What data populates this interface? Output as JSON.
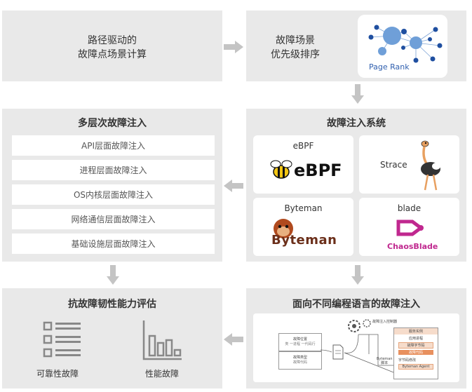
{
  "panels": {
    "path": {
      "line1": "路径驱动的",
      "line2": "故障点场景计算"
    },
    "priority": {
      "line1": "故障场景",
      "line2": "优先级排序",
      "pagerank_label": "Page Rank"
    },
    "injection_system": {
      "title": "故障注入系统",
      "tools": [
        {
          "name": "eBPF",
          "logo_text": "eBPF"
        },
        {
          "name": "Strace"
        },
        {
          "name": "Byteman",
          "logo_text": "Byteman"
        },
        {
          "name": "blade",
          "logo_text": "ChaosBlade"
        }
      ]
    },
    "multilevel": {
      "title": "多层次故障注入",
      "levels": [
        "API层面故障注入",
        "进程层面故障注入",
        "OS内核层面故障注入",
        "网络通信层面故障注入",
        "基础设施层面故障注入"
      ]
    },
    "language": {
      "title": "面向不同编程语言的故障注入",
      "mini": {
        "controller": "故障注入控制器",
        "fault_pos": "故障位置",
        "fault_pos_sub": "类 一进程 一代码行",
        "fault_type": "故障类型",
        "fault_code": "故障代码",
        "byteman_label": "Byteman",
        "byteman_sub": "脚本",
        "service": "服务实例",
        "app_proc": "应用进程",
        "bytecode": "故障字节码",
        "bytecode2": "故障代码",
        "bytecode_mod": "字节码修改",
        "agent": "Byteman Agent"
      }
    },
    "resilience": {
      "title": "抗故障韧性能力评估",
      "items": [
        {
          "label": "可靠性故障",
          "icon": "checklist-icon"
        },
        {
          "label": "性能故障",
          "icon": "bar-chart-icon"
        }
      ]
    }
  },
  "colors": {
    "panel_bg": "#e9e9e9",
    "arrow": "#c4c4c4",
    "node_blue": "#1f4fa0",
    "node_light": "#6f9fd8",
    "pagerank_text": "#2f5fae"
  }
}
